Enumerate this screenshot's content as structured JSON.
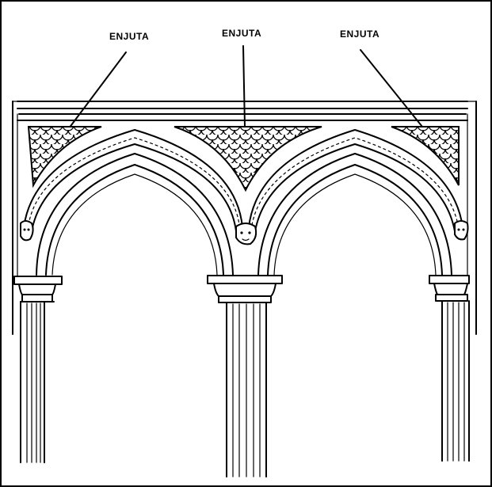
{
  "labels": {
    "spandrel_left": "ENJUTA",
    "spandrel_center": "ENJUTA",
    "spandrel_right": "ENJUTA"
  },
  "colors": {
    "ink": "#000000",
    "paper": "#ffffff"
  }
}
